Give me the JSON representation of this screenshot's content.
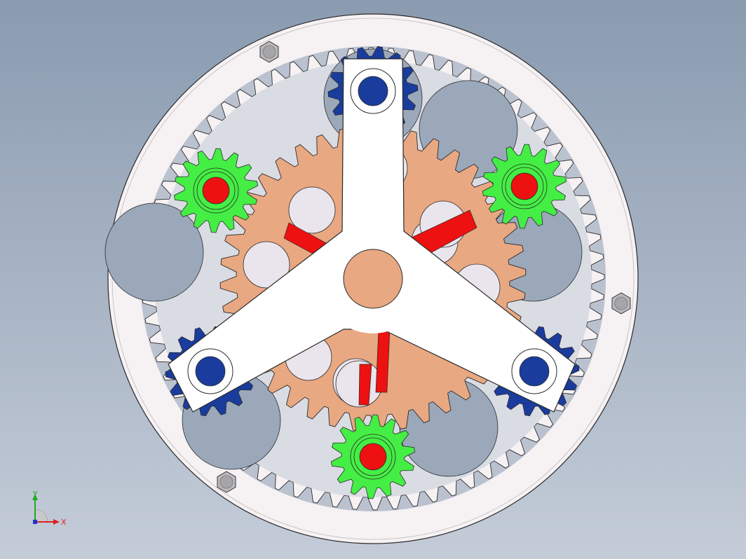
{
  "viewport": {
    "background_top": "#8a9bb0",
    "background_bottom": "#c4ccd8"
  },
  "colors": {
    "housing": "#f6f1f3",
    "outline": "#2a2a2a",
    "sun_gear": "#e8a882",
    "planet_gear_green": "#44ee44",
    "planet_gear_blue": "#1a3c9c",
    "shaft_red": "#ee1111",
    "carrier": "#ffffff",
    "bolt": "#b8b8bc",
    "axis_x": "#dd2222",
    "axis_y": "#22aa22",
    "axis_z": "#2233cc"
  },
  "model": {
    "parts": [
      "outer-housing-disc",
      "ring-gear",
      "sun-gear",
      "planet-gear-green",
      "planet-gear-blue",
      "planet-carrier",
      "center-hub",
      "red-shaft",
      "housing-bolt"
    ]
  },
  "axes": {
    "x_label": "X",
    "y_label": "Y"
  }
}
